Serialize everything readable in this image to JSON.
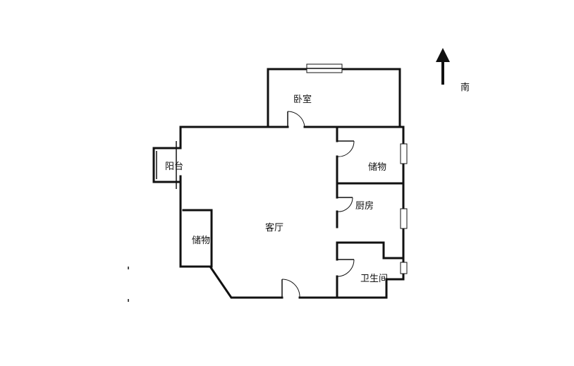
{
  "rooms": {
    "bedroom": "卧室",
    "balcony": "阳台",
    "storage_right": "储物",
    "kitchen": "厨房",
    "living_room": "客厅",
    "storage_left": "储物",
    "bathroom": "卫生间"
  },
  "compass": {
    "direction_label": "南",
    "arrow_icon": "north-arrow-icon"
  },
  "colors": {
    "wall": "#111111",
    "background": "#ffffff"
  }
}
